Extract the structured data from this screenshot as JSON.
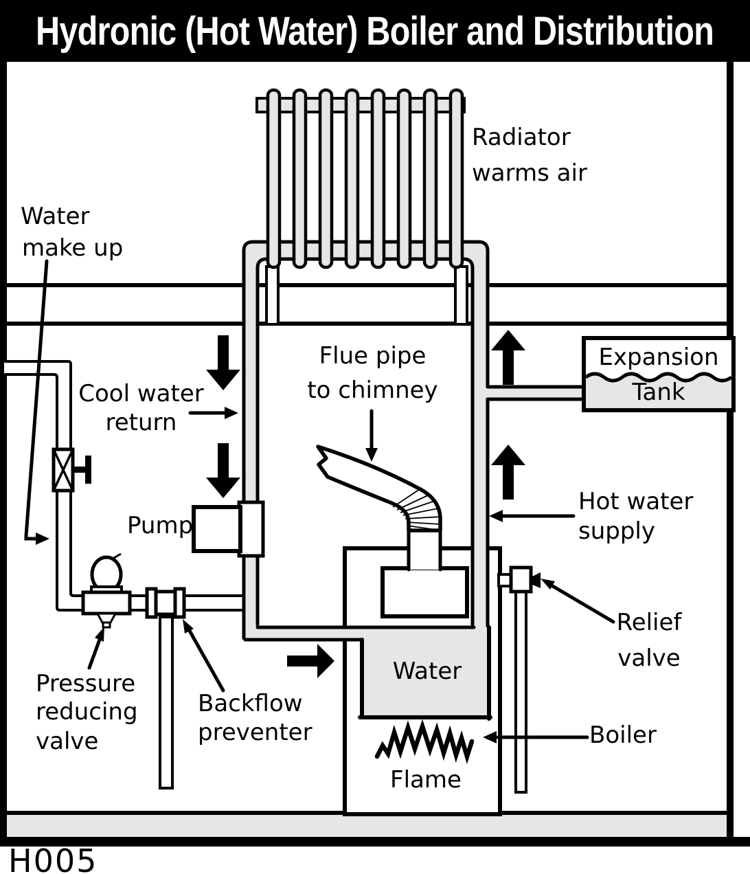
{
  "title": "Hydronic (Hot Water) Boiler and Distribution",
  "figure_code": "H005",
  "colors": {
    "pipe_gray": "#e6e6e6",
    "line": "#000000",
    "background": "#ffffff",
    "title_bg": "#000000",
    "title_fg": "#ffffff"
  },
  "labels": {
    "radiator": {
      "l1": "Radiator",
      "l2": "warms air"
    },
    "water_makeup": {
      "l1": "Water",
      "l2": "make up"
    },
    "cool_water_return": {
      "l1": "Cool water",
      "l2": "return"
    },
    "flue_pipe": {
      "l1": "Flue pipe",
      "l2": "to chimney"
    },
    "pump": "Pump",
    "expansion_tank": {
      "l1": "Expansion",
      "l2": "Tank"
    },
    "hot_water_supply": {
      "l1": "Hot water",
      "l2": "supply"
    },
    "relief_valve": {
      "l1": "Relief",
      "l2": "valve"
    },
    "pressure_reducing_valve": {
      "l1": "Pressure",
      "l2": "reducing",
      "l3": "valve"
    },
    "backflow_preventer": {
      "l1": "Backflow",
      "l2": "preventer"
    },
    "water": "Water",
    "flame": "Flame",
    "boiler": "Boiler"
  }
}
